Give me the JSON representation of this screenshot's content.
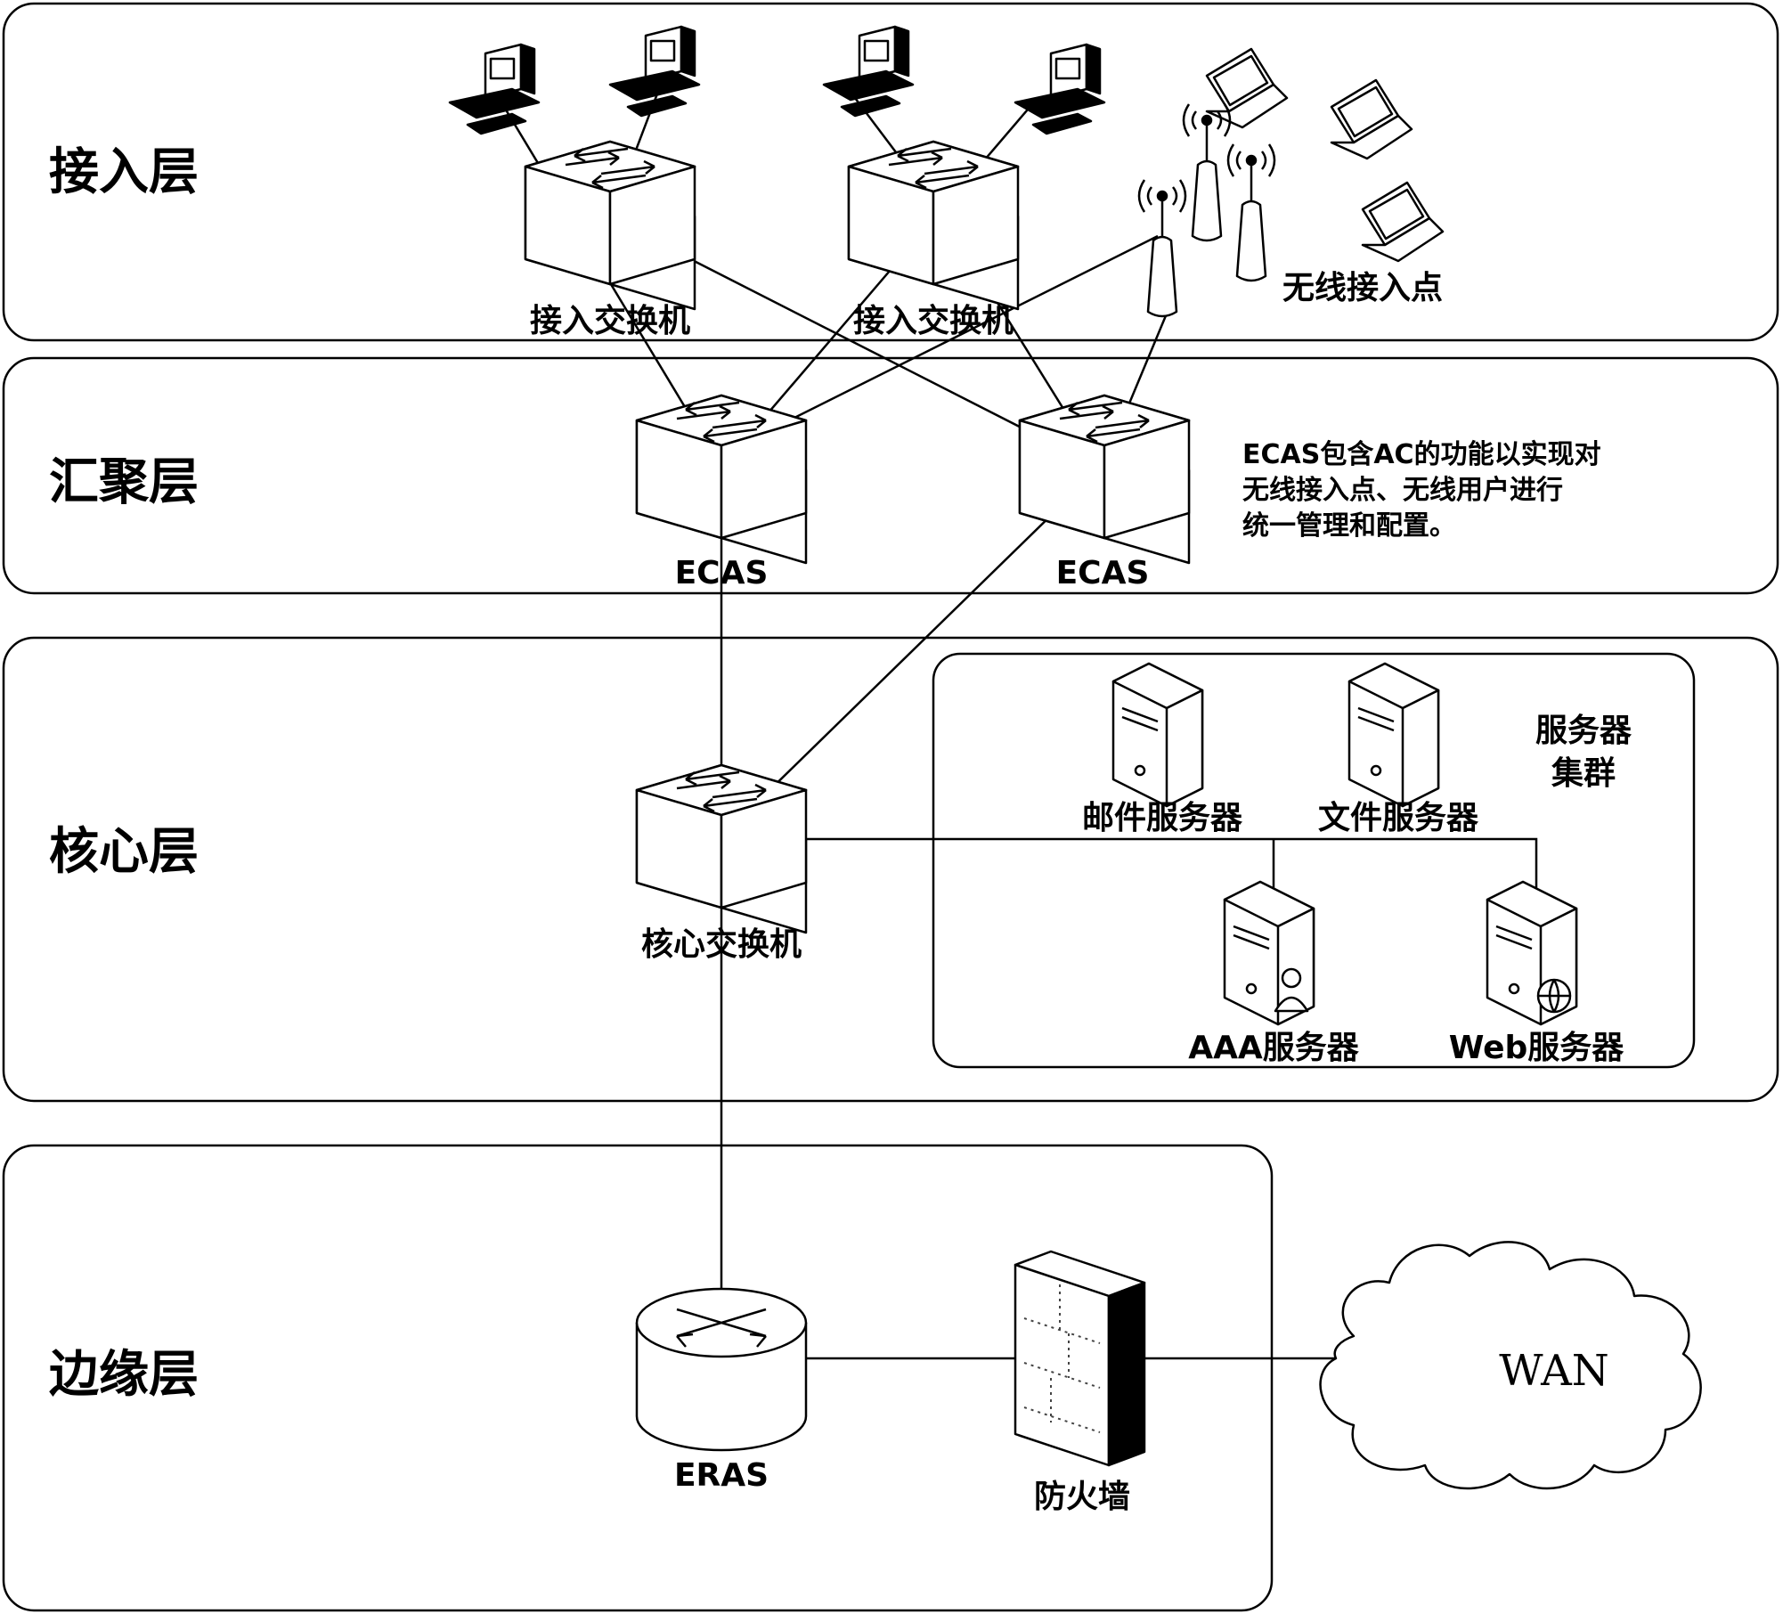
{
  "layers": {
    "access": "接入层",
    "aggregation": "汇聚层",
    "core": "核心层",
    "edge": "边缘层"
  },
  "devices": {
    "access_switch_1": "接入交换机",
    "access_switch_2": "接入交换机",
    "wireless_ap": "无线接入点",
    "ecas_1": "ECAS",
    "ecas_2": "ECAS",
    "core_switch": "核心交换机",
    "mail_server": "邮件服务器",
    "file_server": "文件服务器",
    "aaa_server": "AAA服务器",
    "web_server": "Web服务器",
    "eras": "ERAS",
    "firewall": "防火墙",
    "wan": "WAN"
  },
  "server_cluster": {
    "line1": "服务器",
    "line2": "集群"
  },
  "note": {
    "line1": "ECAS包含AC的功能以实现对",
    "line2": "无线接入点、无线用户进行",
    "line3": "统一管理和配置。"
  }
}
